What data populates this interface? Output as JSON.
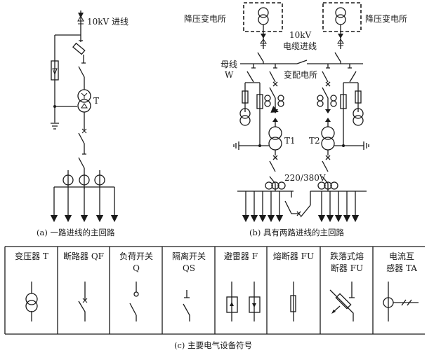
{
  "diagram_a": {
    "incoming_label": "10kV 进线",
    "transformer_label": "T",
    "caption": "(a)  一路进线的主回路"
  },
  "diagram_b": {
    "substation_left": "降压变电所",
    "substation_right": "降压变电所",
    "cable_voltage": "10kV",
    "cable_label": "电缆进线",
    "busbar_label": "母线",
    "busbar_symbol": "W",
    "station_label": "变配电所",
    "t1_label": "T1",
    "t2_label": "T2",
    "low_voltage_label": "220/380V",
    "caption": "(b)  具有两路进线的主回路"
  },
  "symbols_table": {
    "caption": "(c)  主要电气设备符号",
    "columns": [
      {
        "line1": "变压器 T",
        "line2": ""
      },
      {
        "line1": "断路器 QF",
        "line2": ""
      },
      {
        "line1": "负荷开关",
        "line2": "Q"
      },
      {
        "line1": "隔离开关",
        "line2": "QS"
      },
      {
        "line1": "避雷器 F",
        "line2": ""
      },
      {
        "line1": "熔断器 FU",
        "line2": ""
      },
      {
        "line1": "跌落式熔",
        "line2": "断器 FU"
      },
      {
        "line1": "电流互",
        "line2": "感器 TA"
      }
    ]
  }
}
